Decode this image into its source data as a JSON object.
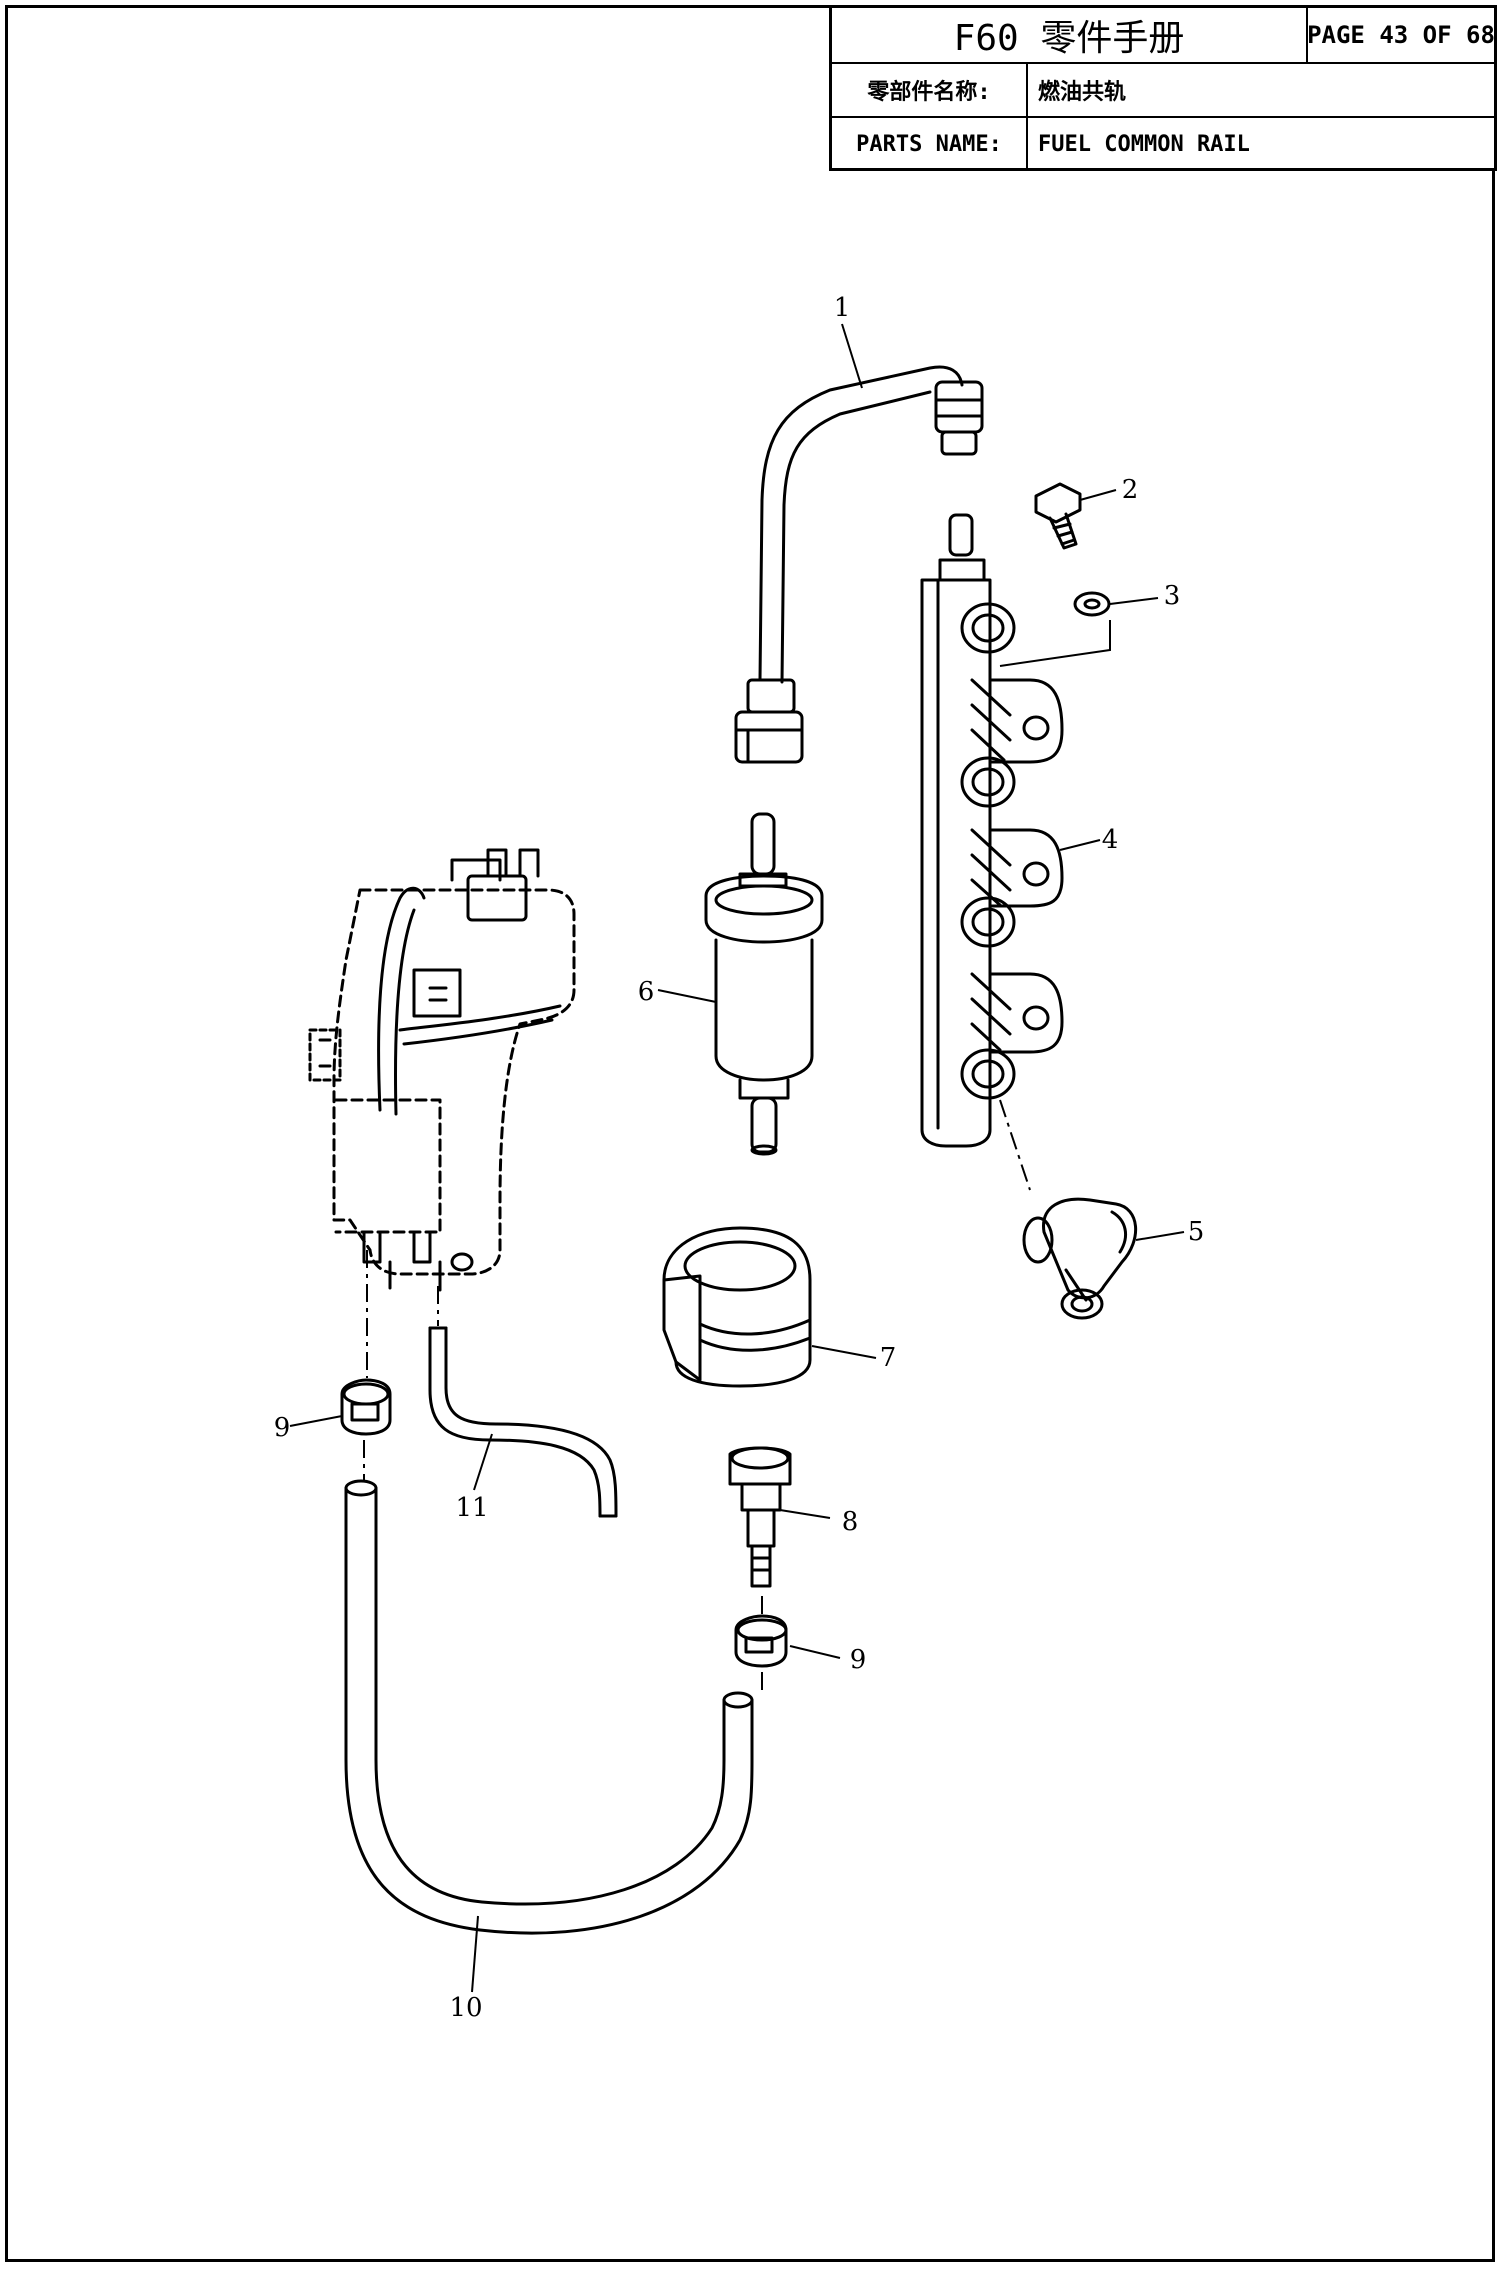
{
  "title_block": {
    "manual_title": "F60 零件手册",
    "page_label": "PAGE 43 OF 68",
    "cn_name_label": "零部件名称:",
    "cn_name_value": "燃油共轨",
    "en_name_label": "PARTS NAME:",
    "en_name_value": "FUEL COMMON RAIL"
  },
  "callouts": [
    "1",
    "2",
    "3",
    "4",
    "5",
    "6",
    "7",
    "8",
    "9",
    "9",
    "10",
    "11"
  ]
}
